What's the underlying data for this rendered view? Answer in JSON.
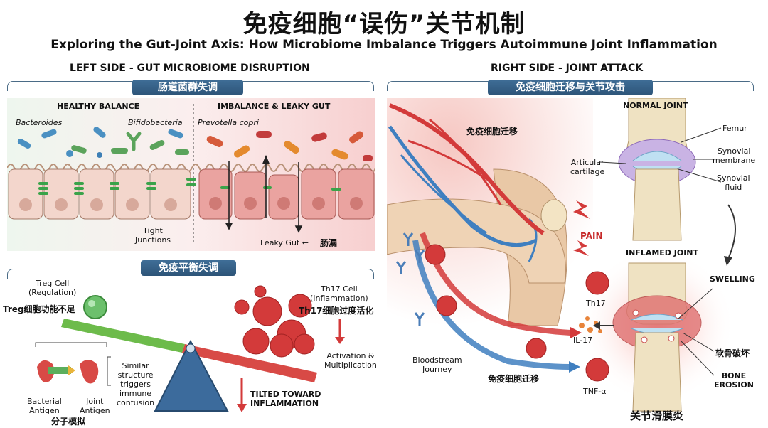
{
  "header": {
    "title": "免疫细胞“误伤”关节机制",
    "subtitle": "Exploring the Gut-Joint Axis: How Microbiome Imbalance Triggers Autoimmune Joint Inflammation"
  },
  "left": {
    "heading": "LEFT SIDE - GUT MICROBIOME DISRUPTION",
    "gut_banner": "肠道菌群失调",
    "healthy_title": "HEALTHY BALANCE",
    "imbalance_title": "IMBALANCE & LEAKY GUT",
    "bacteroides": "Bacteroides",
    "bifidobacteria": "Bifidobacteria",
    "prevotella": "Prevotella copri",
    "tight_junctions": "Tight\nJunctions",
    "leaky_gut": "Leaky Gut ←",
    "leaky_gut_cn": "肠漏",
    "immune_banner": "免疫平衡失调",
    "treg_label": "Treg Cell\n(Regulation)",
    "treg_cn": "Treg细胞功能不足",
    "th17_label": "Th17 Cell\n(Inflammation)",
    "th17_cn": "Th17细胞过度活化",
    "activation": "Activation &\nMultiplication",
    "similar": "Similar\nstructure\ntriggers\nimmune\nconfusion",
    "bacterial_antigen": "Bacterial\nAntigen",
    "joint_antigen": "Joint\nAntigen",
    "mimicry_cn": "分子模拟",
    "tilted": "TILTED TOWARD\nINFLAMMATION"
  },
  "right": {
    "heading": "RIGHT SIDE - JOINT ATTACK",
    "banner": "免疫细胞迁移与关节攻击",
    "migration_cn_top": "免疫细胞迁移",
    "migration_cn_bottom": "免疫细胞迁移",
    "bloodstream": "Bloodstream\nJourney",
    "pain": "PAIN",
    "normal_joint": "NORMAL JOINT",
    "femur": "Femur",
    "articular_cartilage": "Articular\ncartilage",
    "synovial_membrane": "Synovial\nmembrane",
    "synovial_fluid": "Synovial\nfluid",
    "inflamed_joint": "INFLAMED JOINT",
    "swelling": "SWELLING",
    "th17": "Th17",
    "il17": "IL-17",
    "tnf": "TNF-α",
    "cartilage_cn": "软骨破坏",
    "bone_erosion": "BONE\nEROSION",
    "synovitis_cn": "关节滑膜炎"
  },
  "colors": {
    "banner": "#2d5478",
    "red_cell": "#d33a3a",
    "treg_green": "#5cb85c",
    "vessel_blue": "#3f7fc0",
    "bone": "#efe2c2"
  }
}
